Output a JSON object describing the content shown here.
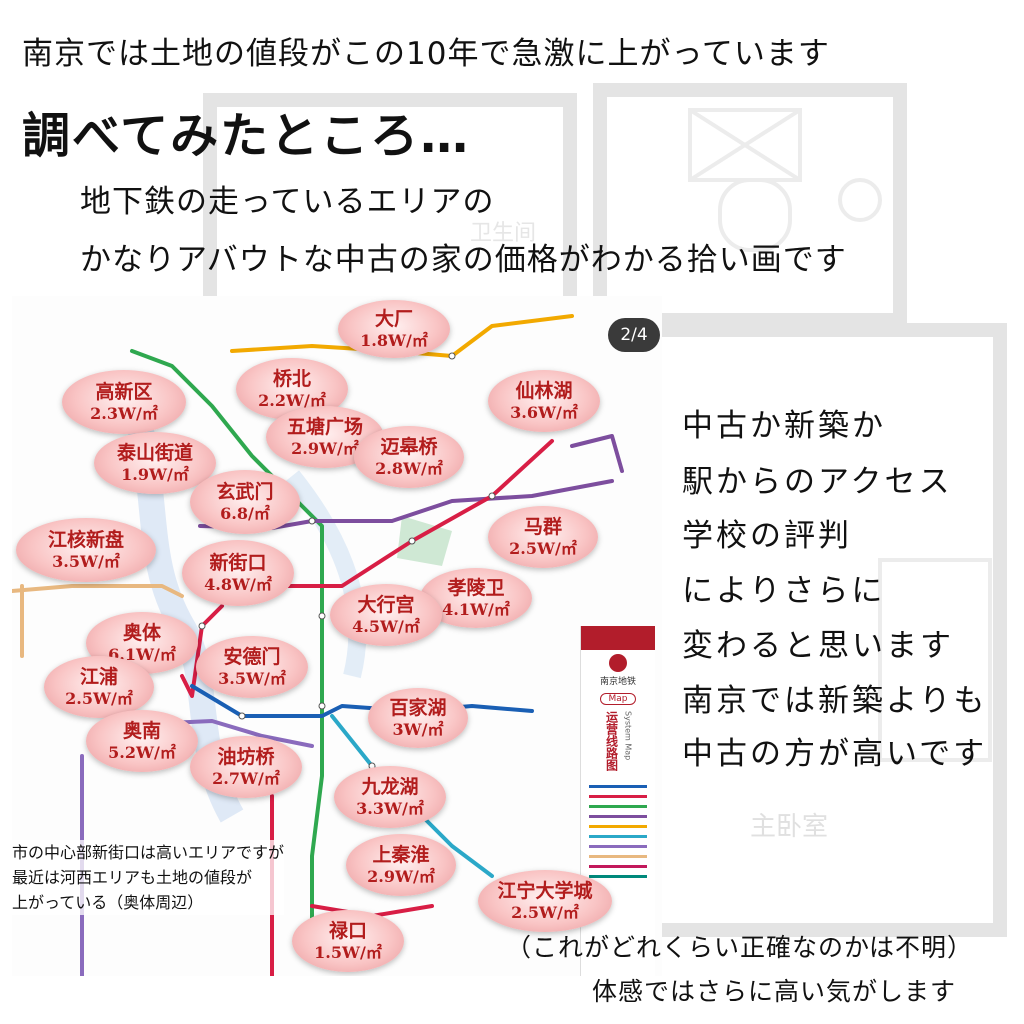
{
  "headline": "南京では土地の値段がこの10年で急激に上がっています",
  "subtitle": "調べてみたところ…",
  "intro": [
    "地下鉄の走っているエリアの",
    "かなりアバウトな中古の家の価格がわかる拾い画です"
  ],
  "page_indicator": "2/4",
  "side_notes": [
    "中古か新築か",
    "駅からのアクセス",
    "学校の評判",
    "によりさらに",
    "変わると思います",
    "南京では新築よりも",
    "中古の方が高いです"
  ],
  "map_note": [
    "市の中心部新街口は高いエリアですが",
    "最近は河西エリアも土地の値段が",
    "上がっている（奥体周辺）"
  ],
  "closing": [
    "（これがどれくらい正確なのかは不明）",
    "体感ではさらに高い気がします"
  ],
  "legend": {
    "brand": "南京地铁",
    "map_badge": "Map",
    "map_title": "运营线路图",
    "map_title_en": "System Map"
  },
  "line_colors": [
    "#1a5fb4",
    "#d81e45",
    "#2fa84f",
    "#7d4e9e",
    "#f2a900",
    "#2ba8c8",
    "#8a6bbd"
  ],
  "areas": [
    {
      "name": "大厂",
      "price": "1.8W/㎡"
    },
    {
      "name": "高新区",
      "price": "2.3W/㎡"
    },
    {
      "name": "桥北",
      "price": "2.2W/㎡"
    },
    {
      "name": "仙林湖",
      "price": "3.6W/㎡"
    },
    {
      "name": "五塘广场",
      "price": "2.9W/㎡"
    },
    {
      "name": "迈皋桥",
      "price": "2.8W/㎡"
    },
    {
      "name": "泰山街道",
      "price": "1.9W/㎡"
    },
    {
      "name": "玄武门",
      "price": "6.8/㎡"
    },
    {
      "name": "江核新盘",
      "price": "3.5W/㎡"
    },
    {
      "name": "马群",
      "price": "2.5W/㎡"
    },
    {
      "name": "新街口",
      "price": "4.8W/㎡"
    },
    {
      "name": "孝陵卫",
      "price": "4.1W/㎡"
    },
    {
      "name": "大行宫",
      "price": "4.5W/㎡"
    },
    {
      "name": "奥体",
      "price": "6.1W/㎡"
    },
    {
      "name": "安德门",
      "price": "3.5W/㎡"
    },
    {
      "name": "江浦",
      "price": "2.5W/㎡"
    },
    {
      "name": "百家湖",
      "price": "3W/㎡"
    },
    {
      "name": "奥南",
      "price": "5.2W/㎡"
    },
    {
      "name": "油坊桥",
      "price": "2.7W/㎡"
    },
    {
      "name": "九龙湖",
      "price": "3.3W/㎡"
    },
    {
      "name": "上秦淮",
      "price": "2.9W/㎡"
    },
    {
      "name": "江宁大学城",
      "price": "2.5W/㎡"
    },
    {
      "name": "禄口",
      "price": "1.5W/㎡"
    }
  ]
}
